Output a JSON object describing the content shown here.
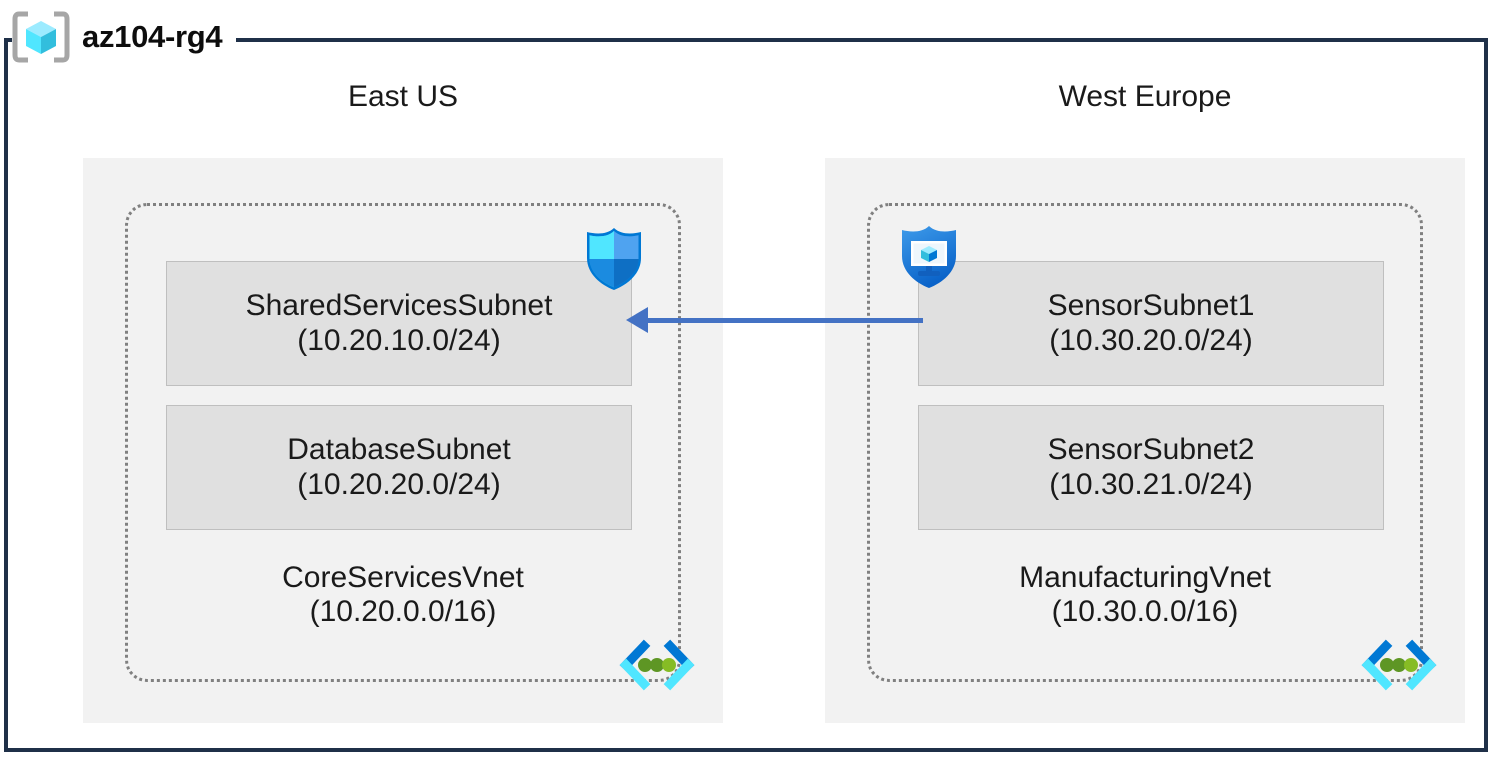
{
  "resource_group": {
    "name": "az104-rg4",
    "icon": "resource-group-cube-icon",
    "border_color": "#1F3048"
  },
  "regions": [
    {
      "label": "East US",
      "box_color": "#F2F2F2",
      "vnet": {
        "name": "CoreServicesVnet",
        "cidr": "(10.20.0.0/16)",
        "icon": "virtual-network-icon",
        "subnets": [
          {
            "name": "SharedServicesSubnet",
            "cidr": "(10.20.10.0/24)",
            "badge_icon": "network-security-group-shield-icon"
          },
          {
            "name": "DatabaseSubnet",
            "cidr": "(10.20.20.0/24)",
            "badge_icon": null
          }
        ]
      }
    },
    {
      "label": "West Europe",
      "box_color": "#F2F2F2",
      "vnet": {
        "name": "ManufacturingVnet",
        "cidr": "(10.30.0.0/16)",
        "icon": "virtual-network-icon",
        "subnets": [
          {
            "name": "SensorSubnet1",
            "cidr": "(10.30.20.0/24)",
            "badge_icon": "application-security-group-shield-icon"
          },
          {
            "name": "SensorSubnet2",
            "cidr": "(10.30.21.0/24)",
            "badge_icon": null
          }
        ]
      }
    }
  ],
  "connection": {
    "name": "vnet-peering-arrow",
    "direction": "right-to-left",
    "color": "#4472C4"
  },
  "palette": {
    "region_fill": "#F2F2F2",
    "subnet_fill": "#E0E0E0",
    "subnet_stroke": "#BFBFBF",
    "vnet_stroke": "#808080",
    "frame": "#1F3048",
    "arrow": "#4472C4",
    "cube_cyan": "#50E6FF",
    "shield_blue": "#0078D4"
  }
}
